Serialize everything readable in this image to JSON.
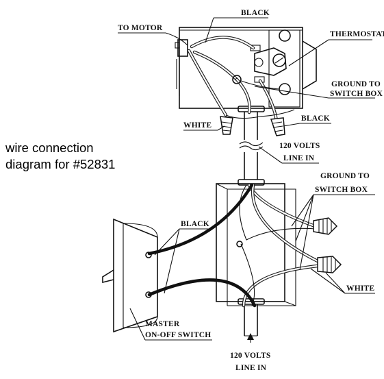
{
  "caption": {
    "line1": "wire connection",
    "line2": "diagram for #52831"
  },
  "labels": {
    "black_top": "BLACK",
    "to_motor": "TO MOTOR",
    "thermostat": "THERMOSTAT",
    "ground_top_1": "GROUND TO",
    "ground_top_2": "SWITCH BOX",
    "white_top": "WHITE",
    "black_right": "BLACK",
    "volts_mid_1": "120 VOLTS",
    "volts_mid_2": "LINE IN",
    "ground_mid_1": "GROUND TO",
    "ground_mid_2": "SWITCH BOX",
    "black_left": "BLACK",
    "white_bottom": "WHITE",
    "master_1": "MASTER",
    "master_2": "ON-OFF SWITCH",
    "volts_bottom_1": "120 VOLTS",
    "volts_bottom_2": "LINE IN"
  }
}
